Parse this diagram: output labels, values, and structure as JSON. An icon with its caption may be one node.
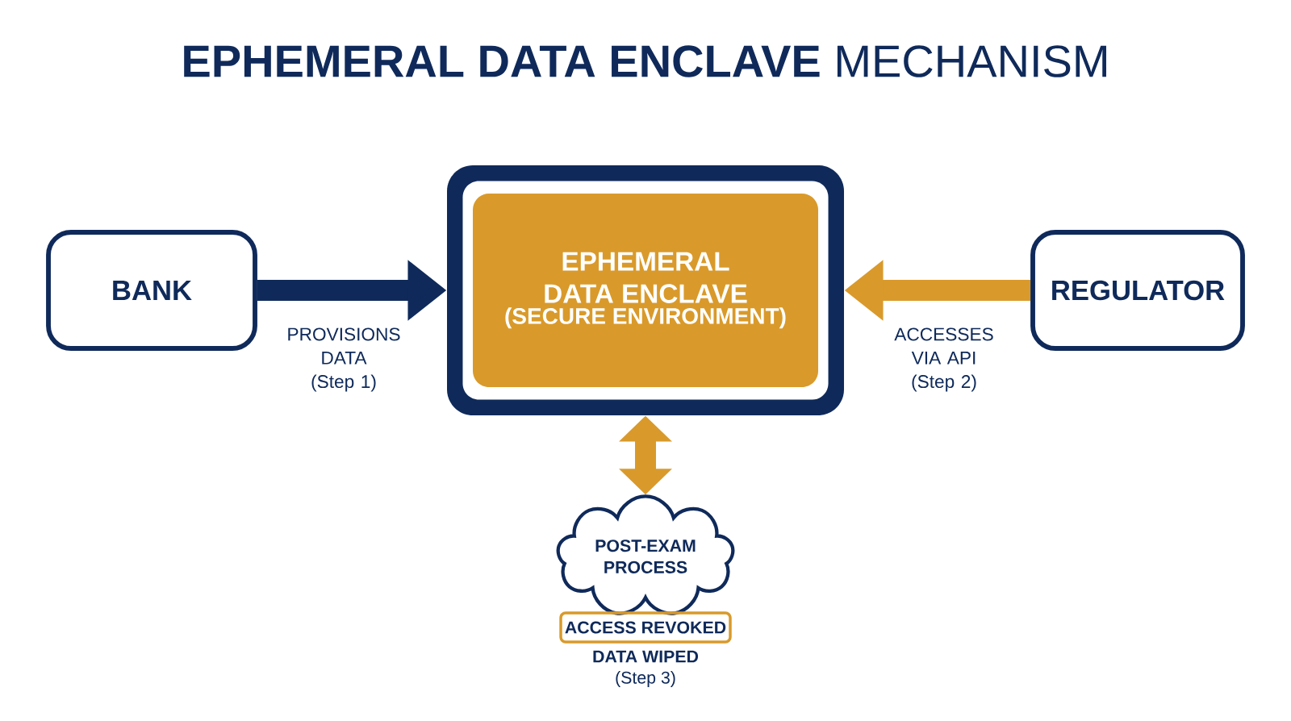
{
  "diagram": {
    "title": "**EPHEMERAL DATA ENCLAVE** MECHANISM",
    "nodes": [
      {
        "text": [
          "BANK"
        ]
      },
      {
        "text": [],
        "shape": "box"
      },
      {
        "text": [
          "EPHEMERAL DATA ENCLAVE",
          "(SECURE ENVIRONMENT)"
        ],
        "in": 1
      },
      {
        "text": [
          "REGULATOR"
        ]
      },
      {
        "text": [
          "POST-EXAM PROCESS"
        ]
      },
      {
        "text": [
          "ACCESS REVOKED"
        ],
        "beside": [
          "DATA WIPED",
          "(Step 3)"
        ]
      }
    ],
    "edges": [
      {
        "from": 0,
        "to": 1,
        "arrow": "to",
        "label": "PROVISIONS DATA (Step 1)",
        "color": "#0f2a5a"
      },
      {
        "from": 3,
        "to": 1,
        "arrow": "to",
        "label": "ACCESSES VIA API (Step 2)",
        "color": "#d99a2b"
      },
      {
        "from": 4,
        "to": 1,
        "arrow": "both",
        "color": "#d99a2b"
      }
    ]
  }
}
